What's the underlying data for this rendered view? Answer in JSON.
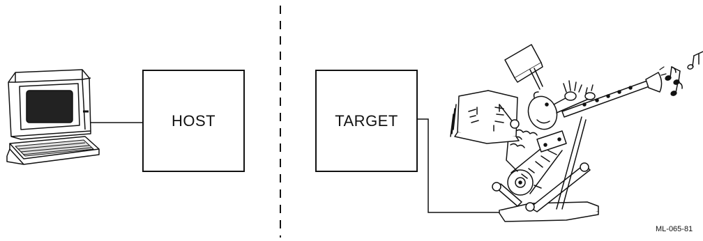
{
  "diagram": {
    "host": {
      "label": "HOST"
    },
    "target": {
      "label": "TARGET"
    },
    "figure_id": "ML-065-81"
  }
}
